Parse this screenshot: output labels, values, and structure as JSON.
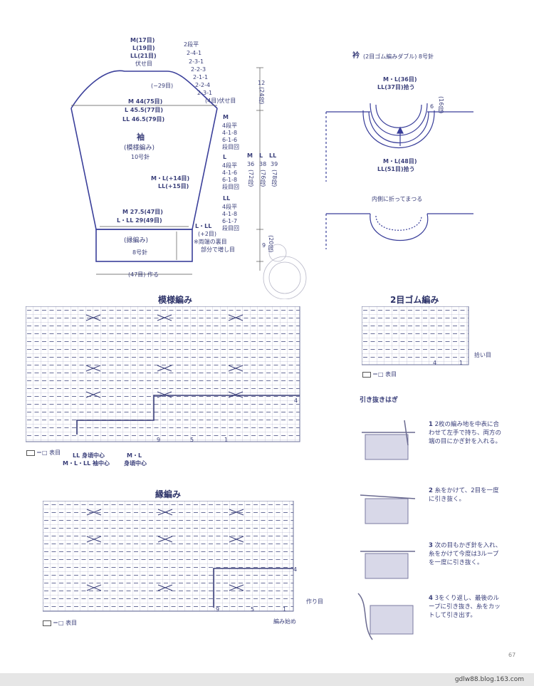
{
  "sleeve": {
    "top_sizes": [
      "M(17目)",
      "L(19目)",
      "LL(21目)",
      "伏せ目"
    ],
    "decrease_steps": [
      "2段平",
      "2-4-1",
      "2-3-1",
      "2-2-3",
      "2-1-1",
      "2-2-4",
      "2-3-1",
      "(4目)伏せ目"
    ],
    "cap_count": "(−29目)",
    "width_m": "M 44(75目)",
    "width_l": "L 45.5(77目)",
    "width_ll": "LL 46.5(79目)",
    "title": "袖",
    "pattern": "(模様編み)",
    "needle": "10号針",
    "inc_ml": "M・L(+14目)",
    "inc_ll": "LL(+15目)",
    "cuff_m": "M 27.5(47目)",
    "cuff_lll": "L・LL 29(49目)",
    "cuff_label": "(縁編み)",
    "cuff_needle": "8号針",
    "cast_on": "(47目) 作る",
    "note_lll": "L・LL",
    "note_plus": "(+2目)",
    "note_ends": "※両端の裏目",
    "note_part": "部分で増し目",
    "m_label": "M",
    "m_steps": [
      "4段平",
      "4-1-8",
      "6-1-6",
      "段目回"
    ],
    "l_label": "L",
    "l_steps": [
      "4段平",
      "4-1-6",
      "6-1-8",
      "段目回"
    ],
    "ll_label": "LL",
    "ll_steps": [
      "4段平",
      "4-1-8",
      "6-1-7",
      "段目回"
    ],
    "len_head": [
      "M",
      "L",
      "LL"
    ],
    "len_vals": [
      "36",
      "38",
      "39"
    ],
    "len_rows": [
      "(72段)",
      "(76段)",
      "(78段)"
    ],
    "cap_h": "12",
    "cap_rows": "(24段)",
    "cuff_h": "9",
    "cuff_rows": "(20段)"
  },
  "collar": {
    "title": "衿",
    "sub": "(2目ゴム編みダブル) 8号針",
    "top_ml": "M・L(36目)",
    "top_ll": "LL(37目)拾う",
    "bot_ml": "M・L(48目)",
    "bot_ll": "LL(51目)拾う",
    "height": "6",
    "height_rows": "(16段)",
    "fold_note": "内側に折ってまつる"
  },
  "charts": {
    "pattern_title": "模様編み",
    "pattern_legend": "＝□ 表目",
    "pattern_center_ll": "LL 身頃中心",
    "pattern_center_all": "M・L・LL 袖中心",
    "pattern_center_ml_a": "M・L",
    "pattern_center_ml_b": "身頃中心",
    "pattern_num_9": "9",
    "pattern_num_5": "5",
    "pattern_num_1": "1",
    "pattern_num_4": "4",
    "rib_title": "2目ゴム編み",
    "rib_pickup": "拾い目",
    "rib_num_4": "4",
    "rib_num_1": "1",
    "rib_legend": "＝□ 表目",
    "edge_title": "縁編み",
    "edge_cast": "作り目",
    "edge_start": "編み始め",
    "edge_legend": "＝□ 表目",
    "edge_num_9": "9",
    "edge_num_5": "5",
    "edge_num_1": "1",
    "edge_num_4": "4"
  },
  "hagi": {
    "title": "引き抜きはぎ",
    "steps": [
      {
        "n": "1",
        "text": "2枚の編み地を中表に合わせて左手で持ち、両方の端の目にかぎ針を入れる。"
      },
      {
        "n": "2",
        "text": "糸をかけて、2目を一度に引き抜く。"
      },
      {
        "n": "3",
        "text": "次の目もかぎ針を入れ、糸をかけて今度は3ループを一度に引き抜く。"
      },
      {
        "n": "4",
        "text": "3をくり返し、最後のループに引き抜き、糸をカットして引き出す。"
      }
    ]
  },
  "page_number": "67",
  "watermark": "gdlw88.blog.163.com"
}
